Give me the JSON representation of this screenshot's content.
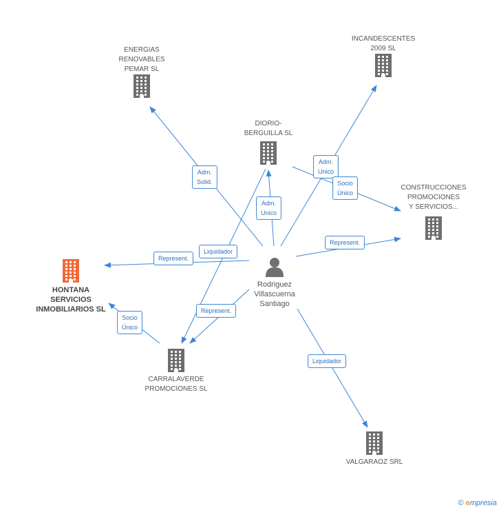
{
  "colors": {
    "edge": "#3d85d6",
    "building": "#6e6e6e",
    "highlight": "#ef6a3a",
    "person": "#707070"
  },
  "center": {
    "label": "Rodriguez\nVillascuerna\nSantiago",
    "icon": "person-icon"
  },
  "nodes": [
    {
      "id": "energias",
      "label": "ENERGIAS\nRENOVABLES\nPEMAR SL"
    },
    {
      "id": "incandescentes",
      "label": "INCANDESCENTES\n2009 SL"
    },
    {
      "id": "diorio",
      "label": "DIORIO-\nBERGUILLA SL"
    },
    {
      "id": "construcciones",
      "label": "CONSTRUCCIONES\nPROMOCIONES\nY SERVICIOS..."
    },
    {
      "id": "hontana",
      "label": "HONTANA\nSERVICIOS\nINMOBILIARIOS SL"
    },
    {
      "id": "carralaverde",
      "label": "CARRALAVERDE\nPROMOCIONES SL"
    },
    {
      "id": "valgaraoz",
      "label": "VALGARAOZ SRL"
    }
  ],
  "relations": [
    {
      "label": "Adm.\nSolid."
    },
    {
      "label": "Adm.\nUnico"
    },
    {
      "label": "Adm.\nUnico"
    },
    {
      "label": "Socio\nÚnico"
    },
    {
      "label": "Represent."
    },
    {
      "label": "Liquidador"
    },
    {
      "label": "Represent."
    },
    {
      "label": "Represent."
    },
    {
      "label": "Socio\nÚnico"
    },
    {
      "label": "Liquidador"
    }
  ],
  "footer": {
    "copyright": "©",
    "brand_initial": "e",
    "brand_rest": "mpresia"
  }
}
